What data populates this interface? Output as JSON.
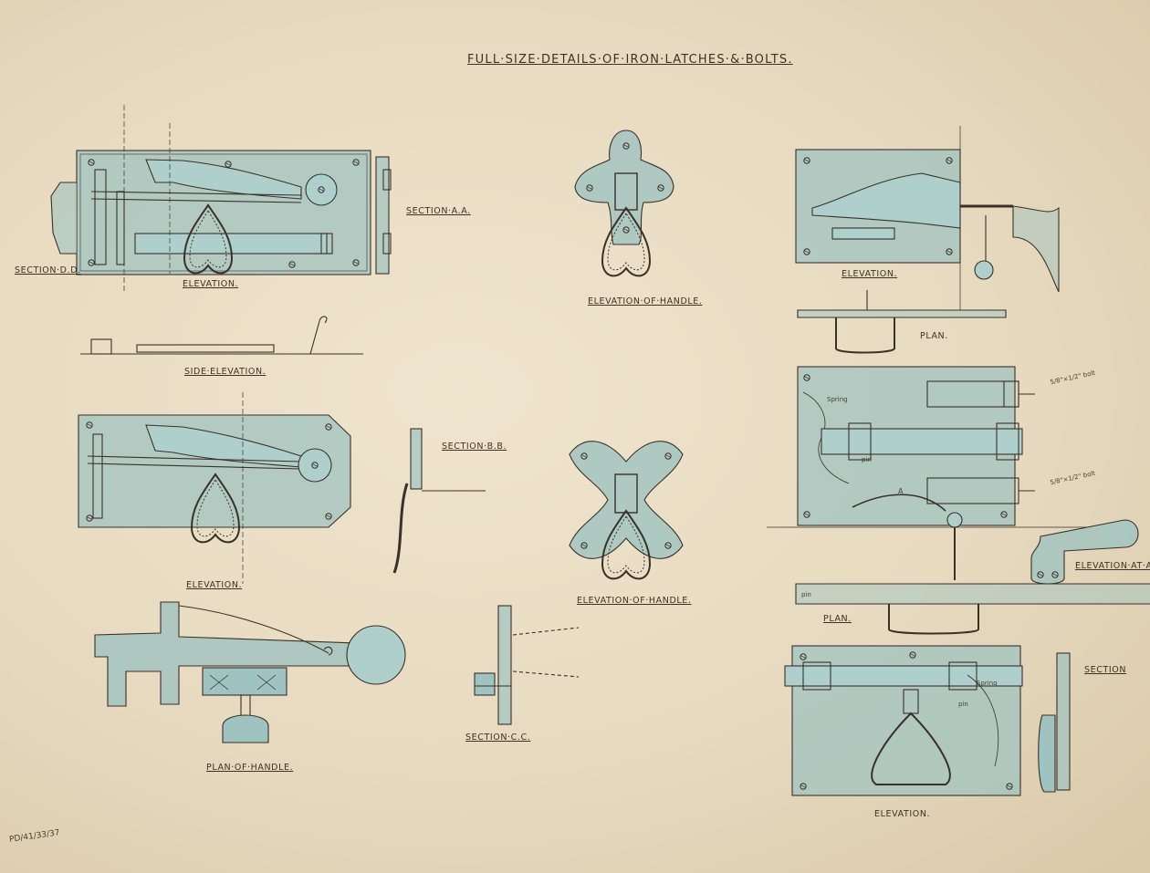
{
  "title": "FULL·SIZE·DETAILS·OF·IRON·LATCHES·&·BOLTS.",
  "colors": {
    "paper": "#e8dcc4",
    "iron_wash": "#9fc3c0",
    "ink": "#3c3226"
  },
  "labels": {
    "section_dd": "SECTION·D.D.",
    "section_aa": "SECTION·A.A.",
    "elevation_1": "ELEVATION.",
    "side_elevation": "SIDE·ELEVATION.",
    "elevation_of_handle_1": "ELEVATION·OF·HANDLE.",
    "elevation_2": "ELEVATION.",
    "plan_1": "PLAN.",
    "section_bb": "SECTION·B.B.",
    "elevation_3": "ELEVATION.",
    "elevation_of_handle_2": "ELEVATION·OF·HANDLE.",
    "elevation_at_a": "ELEVATION·AT·A",
    "plan_2": "PLAN.",
    "plan_of_handle": "PLAN·OF·HANDLE.",
    "section_cc": "SECTION·C.C.",
    "section_right": "SECTION",
    "elevation_4": "ELEVATION."
  },
  "annotations": {
    "bolt_1": "5/8\"×1/2\" bolt",
    "bolt_2": "5/8\"×1/2\" bolt",
    "spring_1": "Spring",
    "spring_2": "Spring",
    "pin_1": "pin",
    "pin_2": "pin",
    "pin_3": "pin",
    "mark_a": "A",
    "catalogue": "PD/41/33/37"
  }
}
